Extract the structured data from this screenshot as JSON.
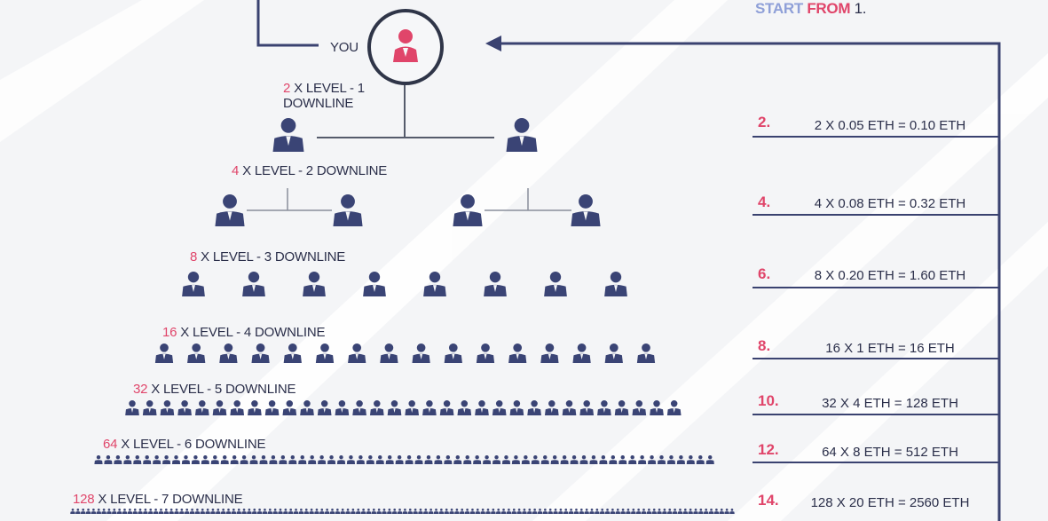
{
  "header": {
    "start_word1": "START",
    "start_word2": "FROM",
    "start_word3": "1."
  },
  "you_label": "YOU",
  "levels": [
    {
      "count": "2",
      "text": "X LEVEL - 1",
      "text2": "DOWNLINE",
      "persons": 2
    },
    {
      "count": "4",
      "text": "X LEVEL - 2 DOWNLINE",
      "persons": 4
    },
    {
      "count": "8",
      "text": "X LEVEL - 3 DOWNLINE",
      "persons": 8
    },
    {
      "count": "16",
      "text": "X LEVEL - 4 DOWNLINE",
      "persons": 16
    },
    {
      "count": "32",
      "text": "X LEVEL - 5 DOWNLINE",
      "persons": 32
    },
    {
      "count": "64",
      "text": "X LEVEL - 6 DOWNLINE",
      "persons": 64
    },
    {
      "count": "128",
      "text": "X LEVEL - 7 DOWNLINE",
      "persons": 128
    }
  ],
  "rewards": [
    {
      "num": "2.",
      "eq": "2 X 0.05 ETH = 0.10 ETH"
    },
    {
      "num": "4.",
      "eq": "4 X 0.08 ETH = 0.32 ETH"
    },
    {
      "num": "6.",
      "eq": "8 X 0.20 ETH = 1.60 ETH"
    },
    {
      "num": "8.",
      "eq": "16 X 1 ETH = 16 ETH"
    },
    {
      "num": "10.",
      "eq": "32 X 4 ETH = 128 ETH"
    },
    {
      "num": "12.",
      "eq": "64 X 8 ETH = 512 ETH"
    },
    {
      "num": "14.",
      "eq": "128 X 20 ETH = 2560 ETH"
    }
  ],
  "colors": {
    "accent": "#e0456a",
    "navy": "#3a4270",
    "person": "#3a4475"
  }
}
